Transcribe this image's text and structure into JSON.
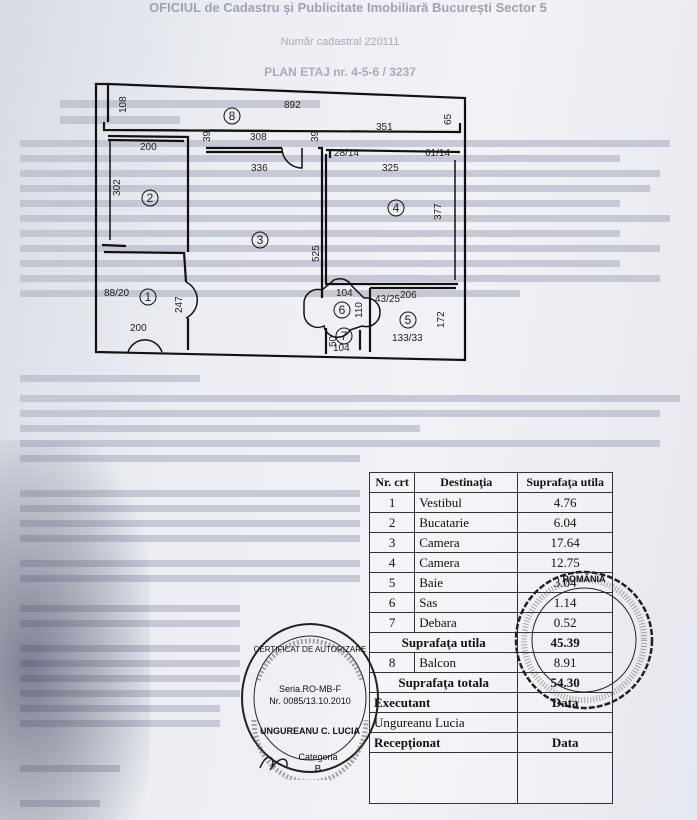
{
  "header": {
    "line1": "OFICIUL de Cadastru și Publicitate Imobiliară București Sector 5",
    "line2": "Număr cadastral 220111",
    "line3": "PLAN ETAJ nr. 4-5-6 / 3237"
  },
  "plan": {
    "rooms": [
      "1",
      "2",
      "3",
      "4",
      "5",
      "6",
      "7",
      "8"
    ],
    "dims": {
      "d892": "892",
      "d108": "108",
      "d65": "65",
      "d200a": "200",
      "d39a": "39",
      "d308": "308",
      "d39b": "39",
      "d351": "351",
      "d336": "336",
      "d28_14": "28/14",
      "d325": "325",
      "d61_14": "61/14",
      "d302": "302",
      "d377": "377",
      "d525": "525",
      "d88_20": "88/20",
      "d247": "247",
      "d104a": "104",
      "d43_25": "43/25",
      "d206": "206",
      "d110": "110",
      "d172": "172",
      "d200b": "200",
      "d50": "50",
      "d104b": "104",
      "d133_33": "133/33"
    }
  },
  "table": {
    "headers": {
      "nr": "Nr. crt",
      "dest": "Destinaţia",
      "supr": "Suprafaţa utila"
    },
    "rows": [
      {
        "nr": "1",
        "dest": "Vestibul",
        "val": "4.76"
      },
      {
        "nr": "2",
        "dest": "Bucatarie",
        "val": "6.04"
      },
      {
        "nr": "3",
        "dest": "Camera",
        "val": "17.64"
      },
      {
        "nr": "4",
        "dest": "Camera",
        "val": "12.75"
      },
      {
        "nr": "5",
        "dest": "Baie",
        "val": "3.04"
      },
      {
        "nr": "6",
        "dest": "Sas",
        "val": "1.14"
      },
      {
        "nr": "7",
        "dest": "Debara",
        "val": "0.52"
      }
    ],
    "utila_label": "Suprafaţa utila",
    "utila_val": "45.39",
    "balcon_nr": "8",
    "balcon_label": "Balcon",
    "balcon_val": "8.91",
    "totala_label": "Suprafaţa totala",
    "totala_val": "54.30",
    "executant_label": "Executant",
    "data_label": "Data",
    "executant_name": "Ungureanu Lucia",
    "receptionat_label": "Recepţionat",
    "data_label2": "Data"
  },
  "stamp": {
    "title": "CERTIFICAT DE AUTORIZARE",
    "seria": "Seria.RO-MB-F",
    "nr": "Nr. 0085/13.10.2010",
    "name": "UNGUREANU C. LUCIA",
    "categoria": "Categoria",
    "cat": "B"
  },
  "stamp2": {
    "top": "ROMÂNIA"
  }
}
